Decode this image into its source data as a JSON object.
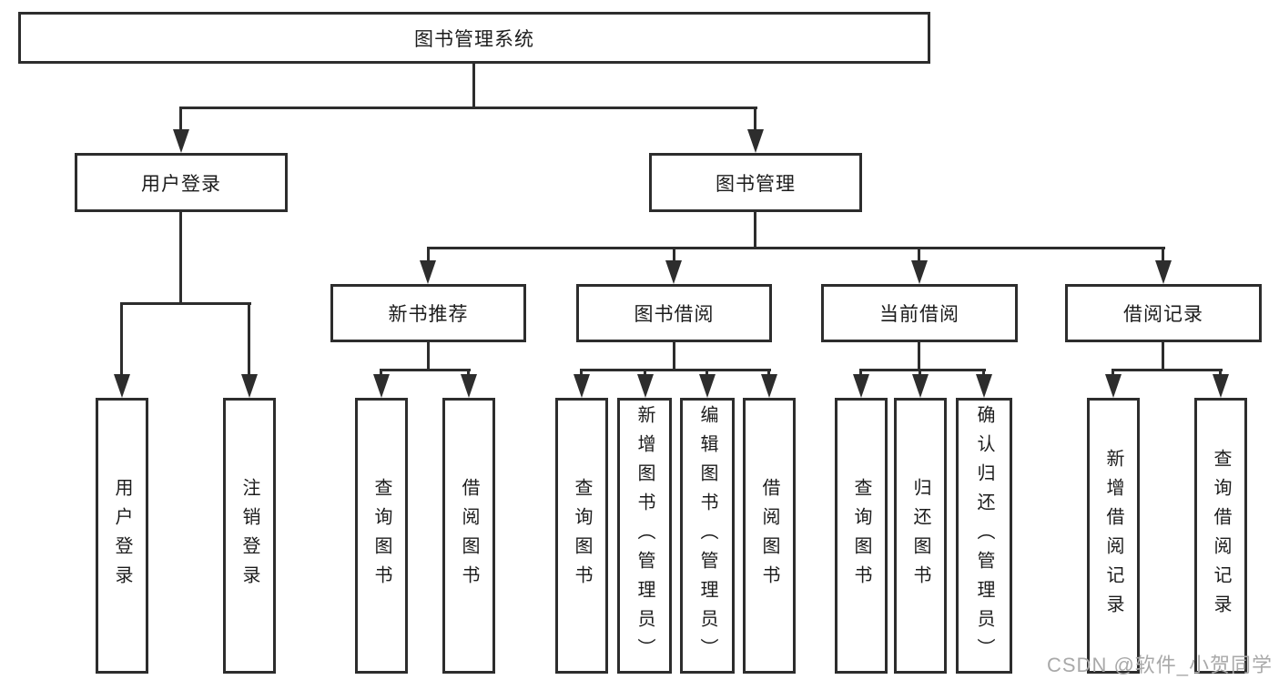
{
  "diagram": {
    "title_node": "图书管理系统",
    "level2": {
      "user_login": "用户登录",
      "book_management": "图书管理"
    },
    "level3": {
      "new_books": "新书推荐",
      "book_borrowing": "图书借阅",
      "current_borrowing": "当前借阅",
      "borrowing_records": "借阅记录"
    },
    "leaves": {
      "user_login": [
        "用户登录",
        "注销登录"
      ],
      "new_books": [
        "查询图书",
        "借阅图书"
      ],
      "book_borrowing": [
        "查询图书",
        "新增图书（管理员）",
        "编辑图书（管理员）",
        "借阅图书"
      ],
      "current_borrowing": [
        "查询图书",
        "归还图书",
        "确认归还（管理员）"
      ],
      "borrowing_records": [
        "新增借阅记录",
        "查询借阅记录"
      ]
    }
  },
  "watermark": {
    "text": "CSDN @软件_小贺同学",
    "color": "#a9a9a9"
  },
  "colors": {
    "line": "#2d2d2d",
    "text": "#1c1c1c",
    "background": "#ffffff"
  }
}
